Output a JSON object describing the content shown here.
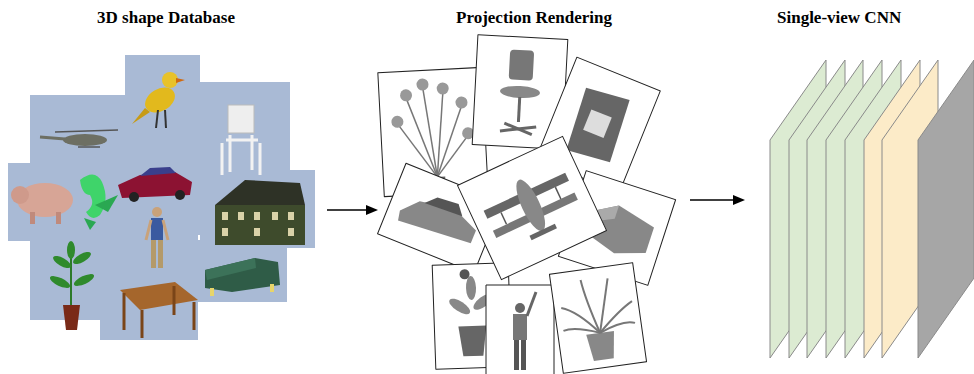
{
  "diagram": {
    "nodes": [
      {
        "text": [
          "3D shape Database"
        ]
      },
      {
        "text": [
          "Projection Rendering"
        ]
      },
      {
        "text": [
          "Single-view CNN"
        ]
      }
    ],
    "edges": [
      {
        "from": 0,
        "to": 1,
        "arrow": "to"
      },
      {
        "from": 1,
        "to": 2,
        "arrow": "to"
      }
    ]
  }
}
